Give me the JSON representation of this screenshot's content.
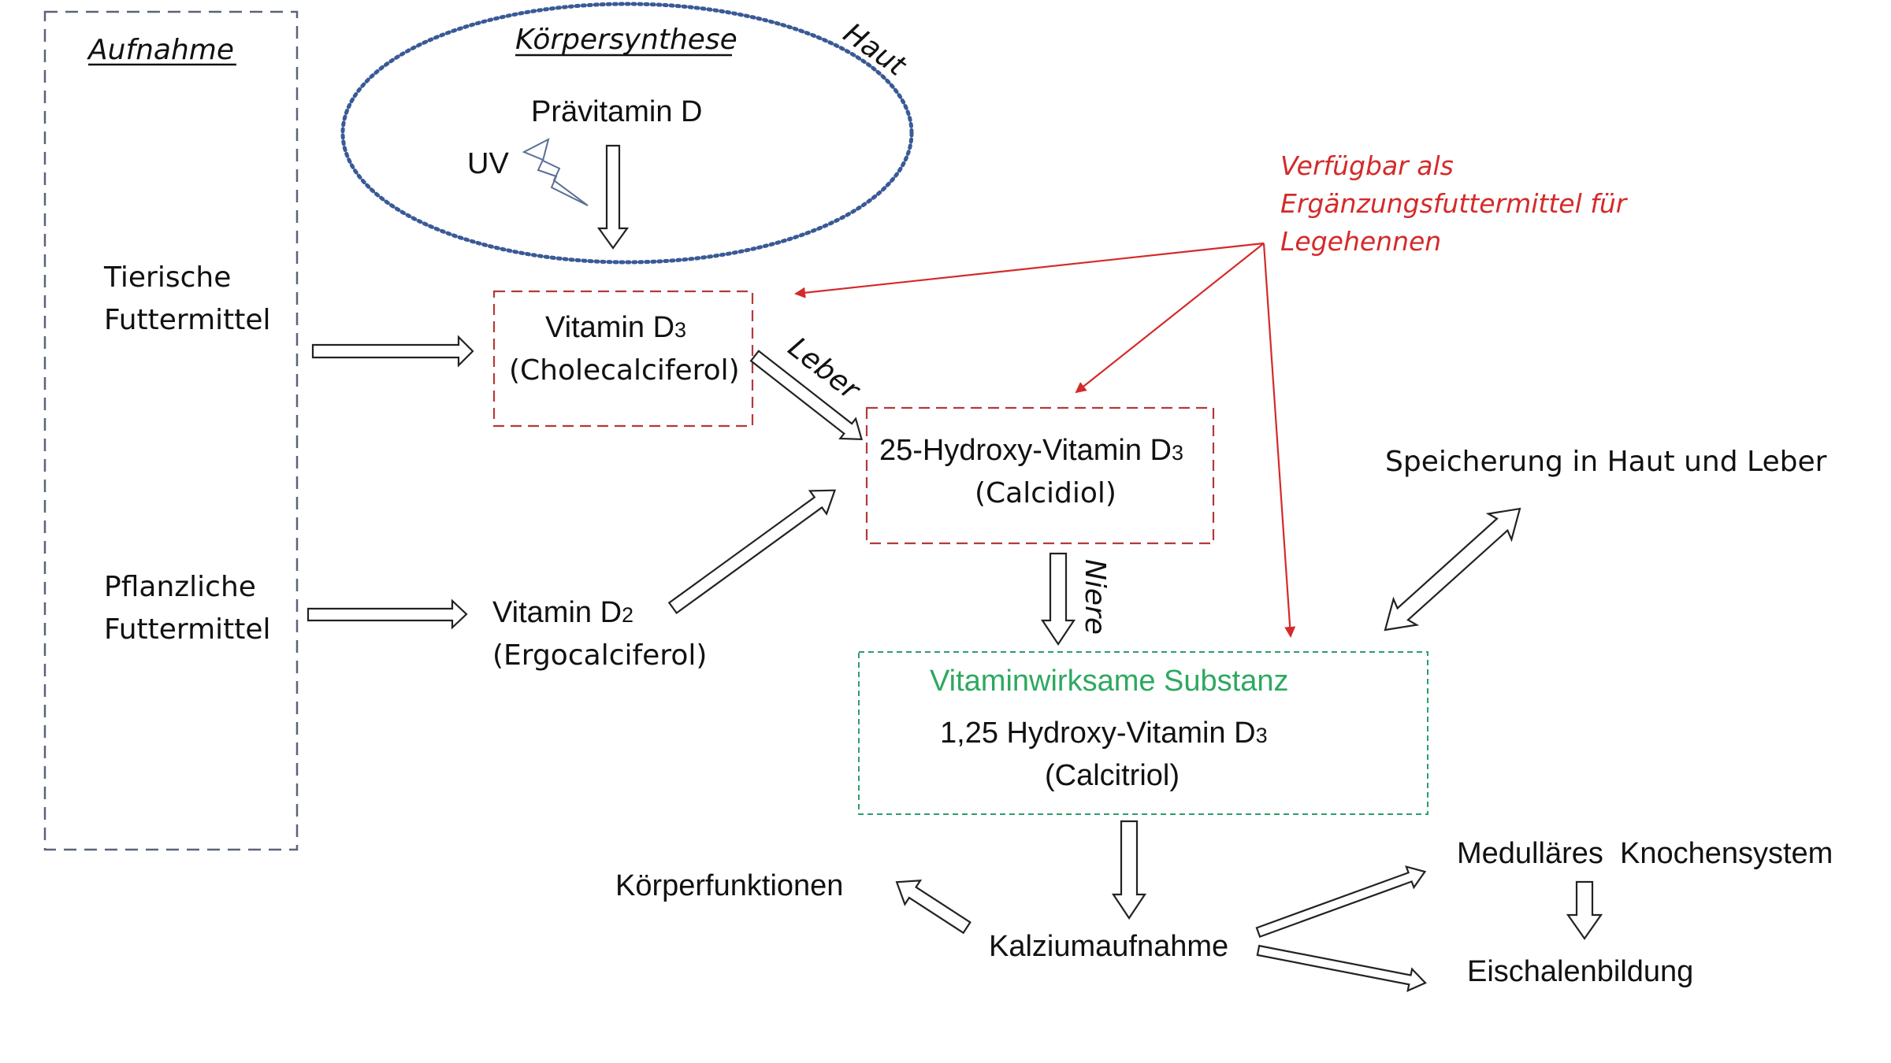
{
  "colors": {
    "intake_box": "#5a6478",
    "skin_ellipse": "#3a5a96",
    "supplement_red": "#d42a2a",
    "active_green": "#2ea860",
    "text": "#111111"
  },
  "intake": {
    "title": "Aufnahme",
    "animal_feed": [
      "Tierische",
      "Futtermittel"
    ],
    "plant_feed": [
      "Pflanzliche",
      "Futtermittel"
    ]
  },
  "synthesis": {
    "title": "Körpersynthese",
    "skin_label": "Haut",
    "previtamin": "Prävitamin D",
    "uv_label": "UV"
  },
  "supplement_note": [
    "Verfügbar als",
    "Ergänzungsfuttermittel für",
    "Legehennen"
  ],
  "vitamin_d3": {
    "name": "Vitamin D",
    "subscript": "3",
    "chem_name": "(Cholecalciferol)"
  },
  "vitamin_d2": {
    "name": "Vitamin D",
    "subscript": "2",
    "chem_name": "(Ergocalciferol)"
  },
  "liver_label": "Leber",
  "hydroxy_25": {
    "name": "25-Hydroxy-Vitamin D",
    "subscript": "3",
    "chem_name": "(Calcidiol)"
  },
  "kidney_label": "Niere",
  "storage": "Speicherung in Haut und Leber",
  "active_substance": {
    "heading": "Vitaminwirksame Substanz",
    "name": "1,25 Hydroxy-Vitamin D",
    "subscript": "3",
    "chem_name": "(Calcitriol)"
  },
  "calcium_uptake": "Kalziumaufnahme",
  "body_functions": "Körperfunktionen",
  "medullary_bone": "Medulläres  Knochensystem",
  "eggshell_formation": "Eischalenbildung"
}
